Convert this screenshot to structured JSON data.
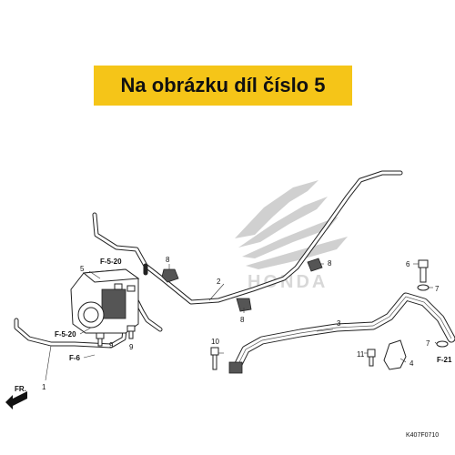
{
  "banner": {
    "text": "Na obrázku díl číslo 5",
    "color": "#f5c518"
  },
  "diagram": {
    "watermark_text": "HONDA",
    "drawing_code": "K407F0710",
    "callouts": {
      "c1": "1",
      "c2": "2",
      "c3": "3",
      "c4": "4",
      "c5": "5",
      "c6": "6",
      "c7a": "7",
      "c7b": "7",
      "c8a": "8",
      "c8b": "8",
      "c8c": "8",
      "c9a": "9",
      "c9b": "9",
      "c10": "10",
      "c11": "11"
    },
    "refs": {
      "f520a": "F-5-20",
      "f520b": "F-5-20",
      "f6": "F-6",
      "f21": "F-21"
    },
    "direction_label": "FR."
  }
}
